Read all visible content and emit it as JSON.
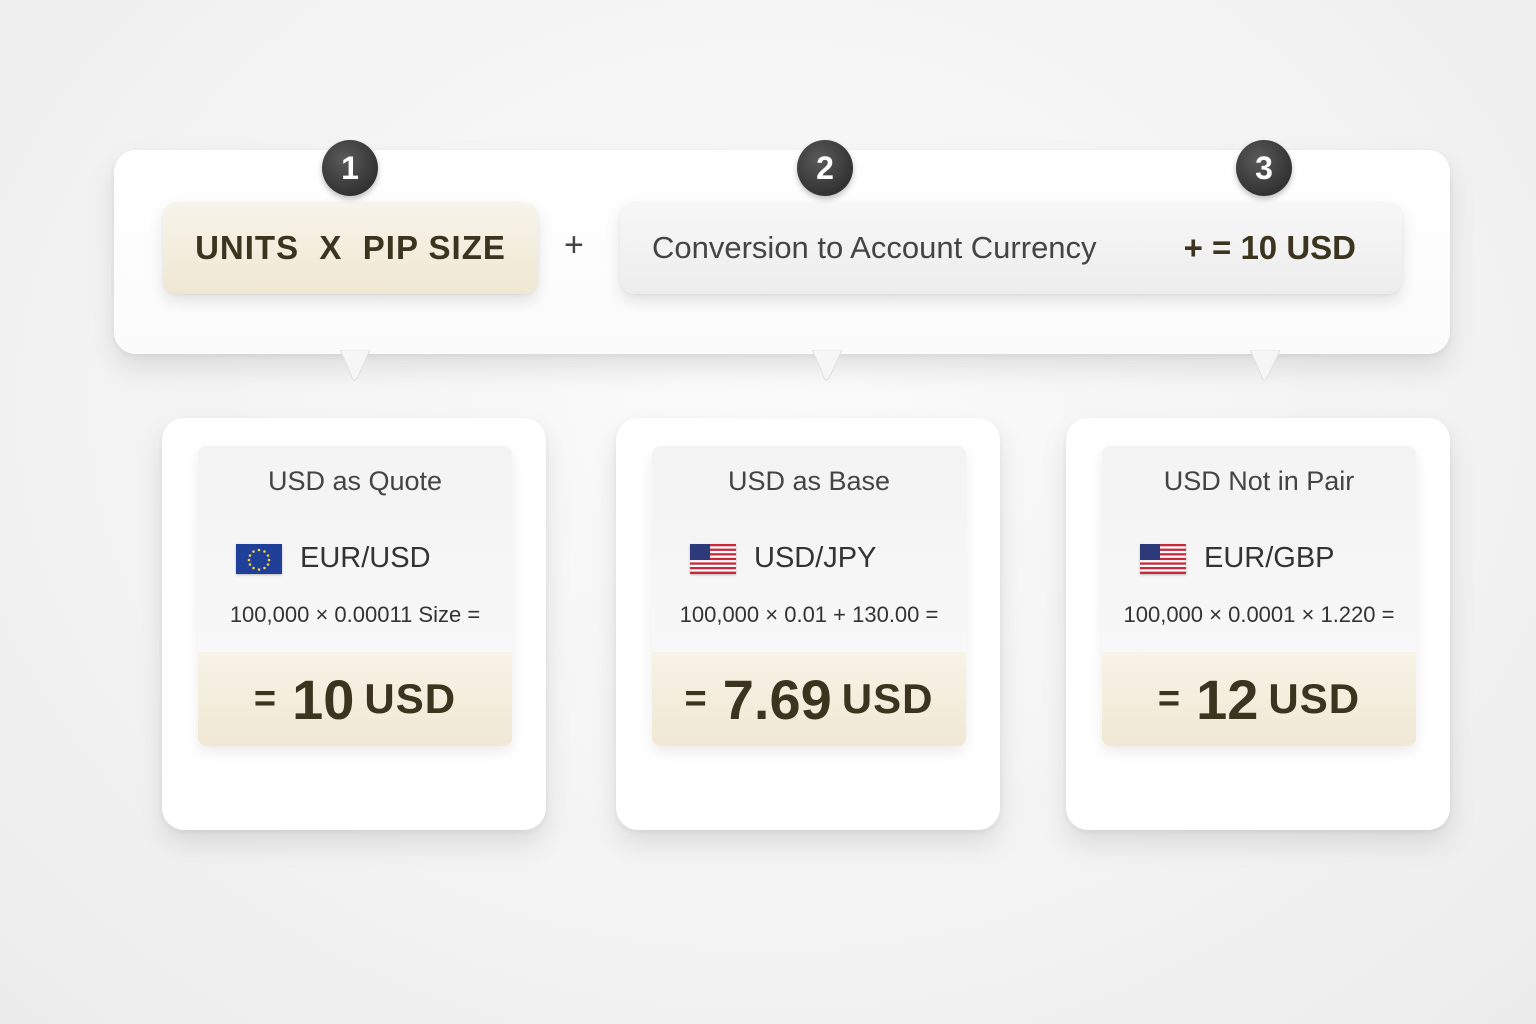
{
  "formula": {
    "steps": [
      "1",
      "2",
      "3"
    ],
    "term1": "UNITS  X  PIP SIZE",
    "operator": "+",
    "term2": "Conversion to Account Currency",
    "result": "+ = 10 USD"
  },
  "examples": [
    {
      "title": "USD as Quote",
      "pair": "EUR/USD",
      "flag": "eu-flag-icon",
      "calculation": "100,000 × 0.00011 Size =",
      "result_eq": "=",
      "result_value": "10",
      "result_unit": "USD"
    },
    {
      "title": "USD as Base",
      "pair": "USD/JPY",
      "flag": "us-flag-icon",
      "calculation": "100,000 × 0.01 + 130.00 =",
      "result_eq": "=",
      "result_value": "7.69",
      "result_unit": "USD"
    },
    {
      "title": "USD Not in Pair",
      "pair": "EUR/GBP",
      "flag": "us-flag-icon",
      "calculation": "100,000 × 0.0001 × 1.220 =",
      "result_eq": "=",
      "result_value": "12",
      "result_unit": "USD"
    }
  ],
  "colors": {
    "badge": "#333333",
    "gold_box": "#f0e8d4",
    "grey_box": "#eeeeee",
    "text_dark": "#3b341f"
  }
}
